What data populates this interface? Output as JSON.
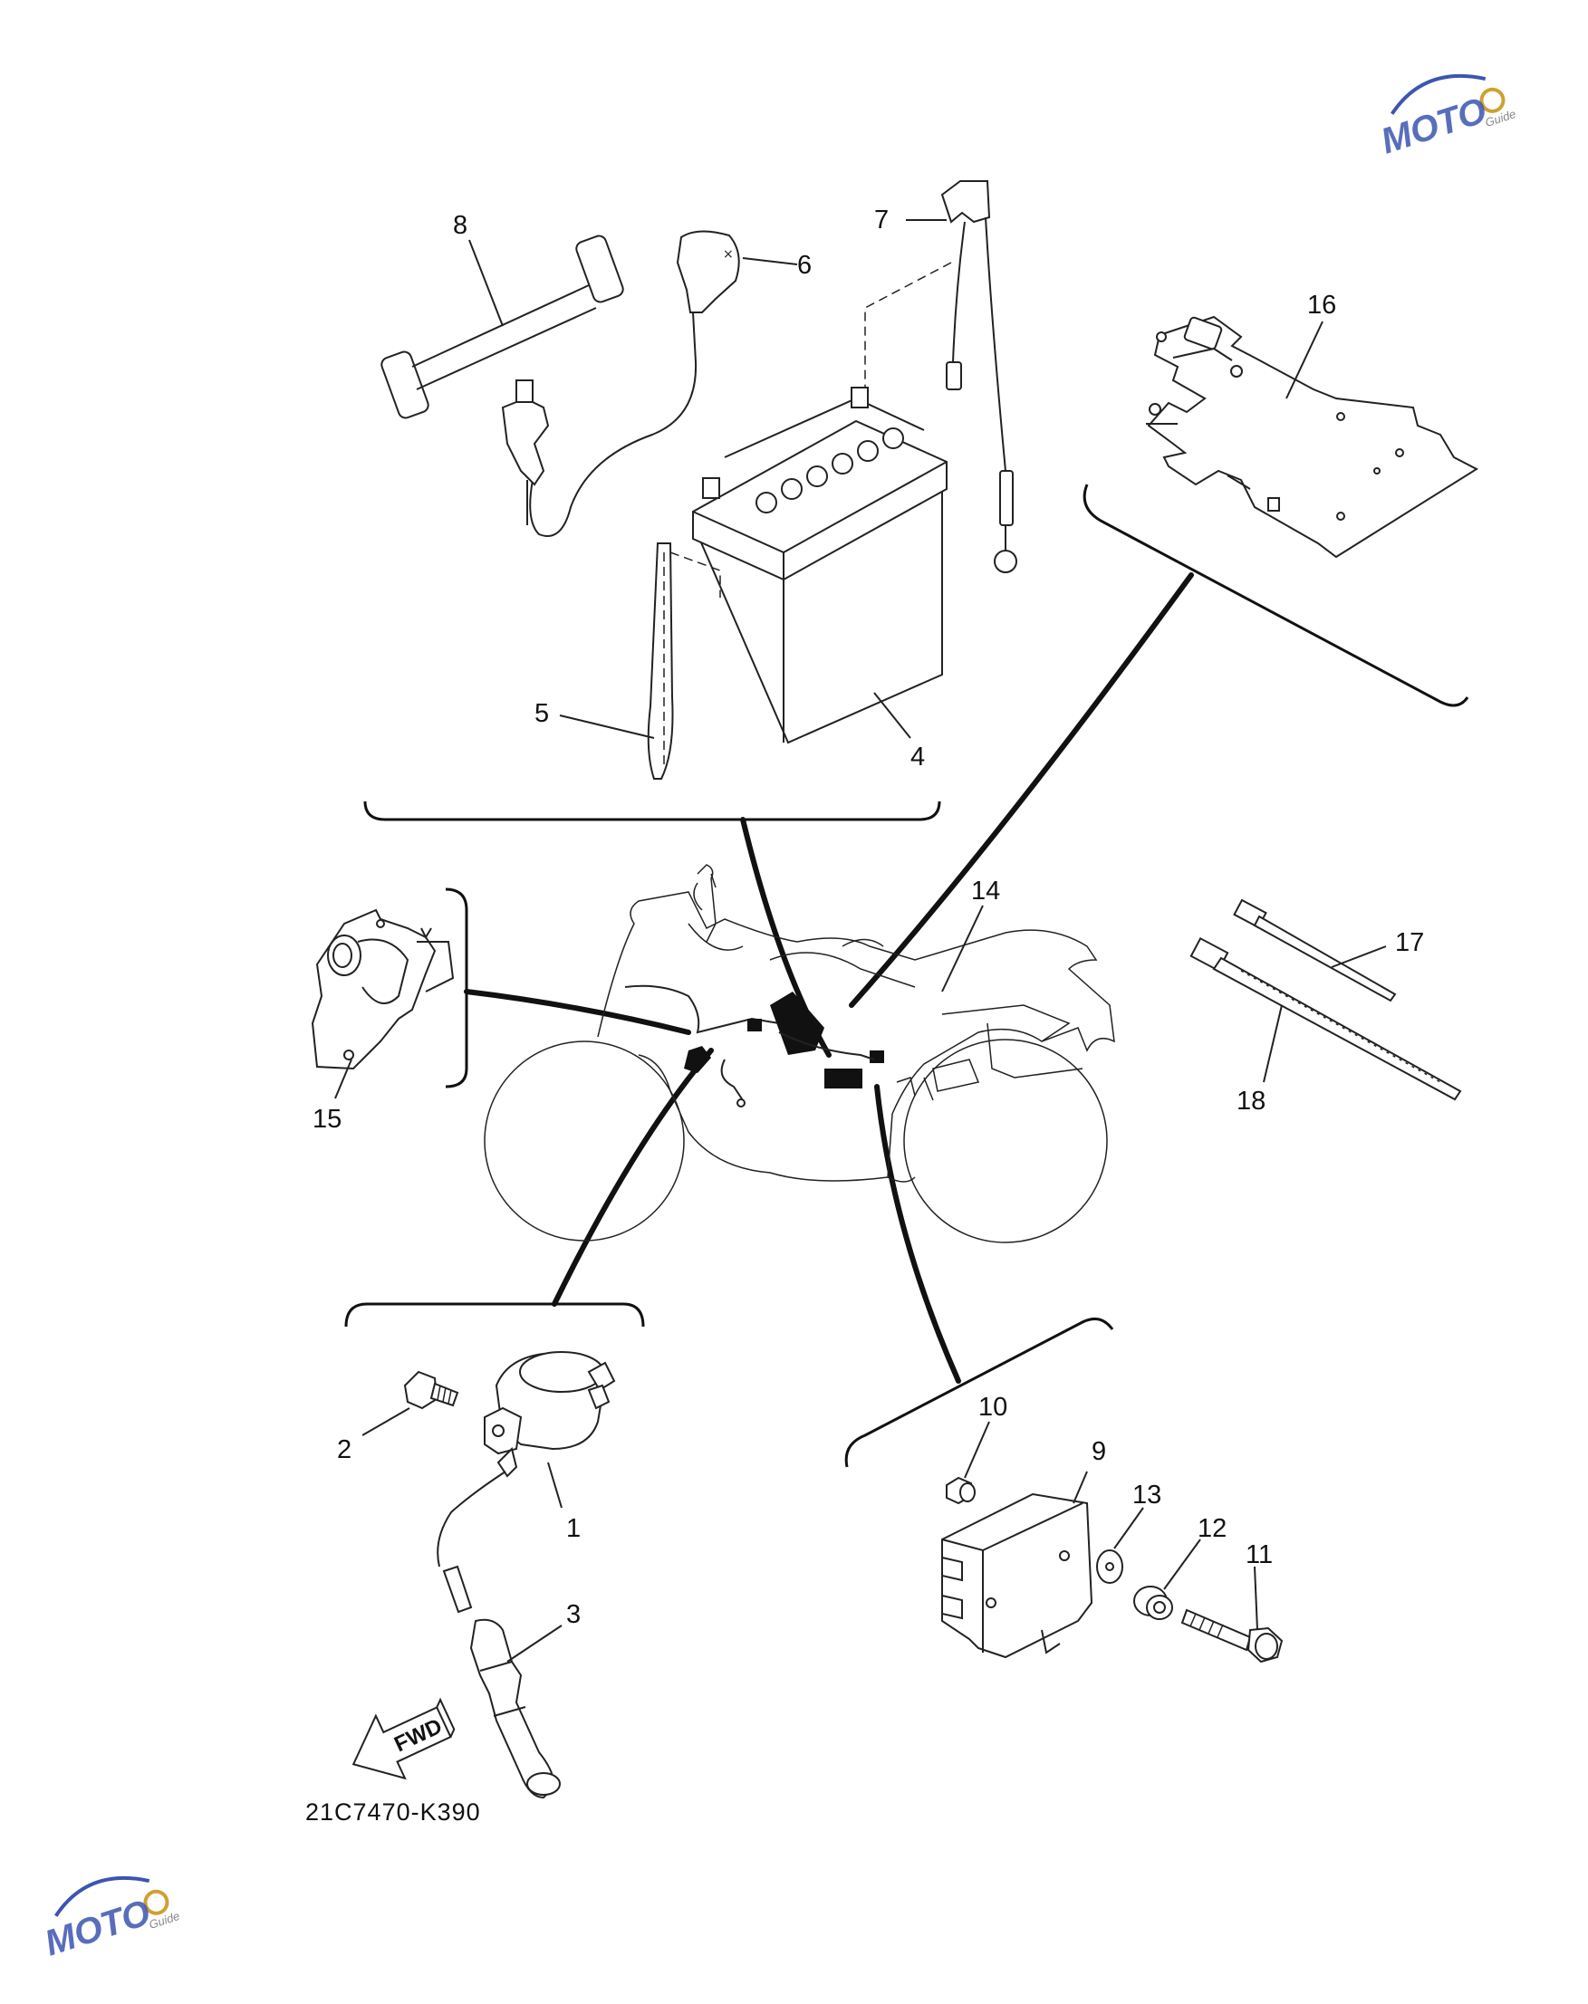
{
  "diagram_code": "21C7470-K390",
  "direction_label": "FWD",
  "watermark": {
    "main": "MOTO",
    "sub": "Guide"
  },
  "watermark_colors": {
    "blue": "#3b55b0",
    "red": "#d04040"
  },
  "callouts": [
    "1",
    "2",
    "3",
    "4",
    "5",
    "6",
    "7",
    "8",
    "9",
    "10",
    "11",
    "12",
    "13",
    "14",
    "15",
    "16",
    "17",
    "18"
  ]
}
